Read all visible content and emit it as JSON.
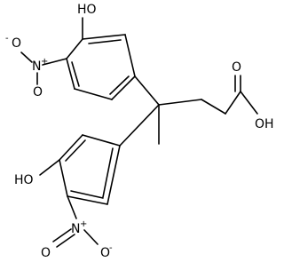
{
  "labels": {
    "oh_top": "HO",
    "no2_top_o": "O",
    "no2_top_o_charge": "-",
    "no2_top_n": "N",
    "no2_top_n_charge": "+",
    "no2_top_o2": "O",
    "acid_o": "O",
    "acid_oh": "OH",
    "oh_bottom": "HO",
    "no2_bottom_n": "N",
    "no2_bottom_n_charge": "+",
    "no2_bottom_o": "O",
    "no2_bottom_o_charge": "-",
    "no2_bottom_o2": "O"
  }
}
